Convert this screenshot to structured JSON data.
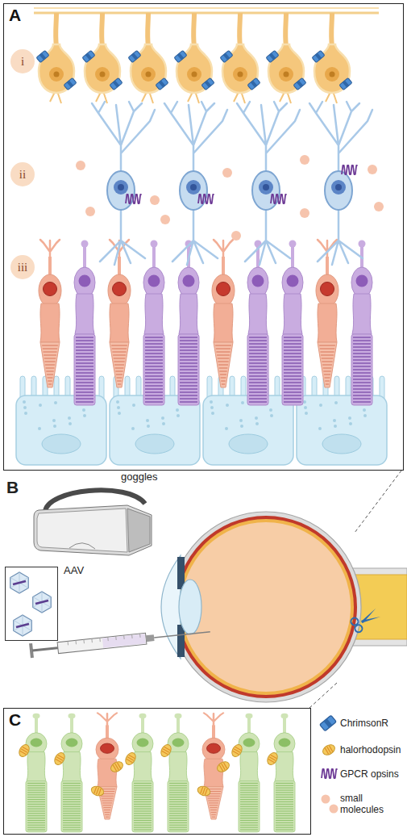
{
  "diagram": {
    "nodes": [
      {
        "text": [
          "A"
        ]
      },
      {
        "text": [
          "i"
        ],
        "in": 0
      },
      {
        "text": [
          "ii"
        ],
        "in": 0
      },
      {
        "text": [
          "iii"
        ],
        "in": 0
      },
      {
        "text": [
          "AAV"
        ]
      },
      {
        "text": [
          "C"
        ]
      }
    ],
    "labels": [
      "B",
      "goggles"
    ],
    "legend": [
      {
        "text": "ChrimsonR"
      },
      {
        "text": "halorhodopsin"
      },
      {
        "text": "GPCR opsins"
      },
      {
        "text": "small molecules"
      }
    ]
  }
}
